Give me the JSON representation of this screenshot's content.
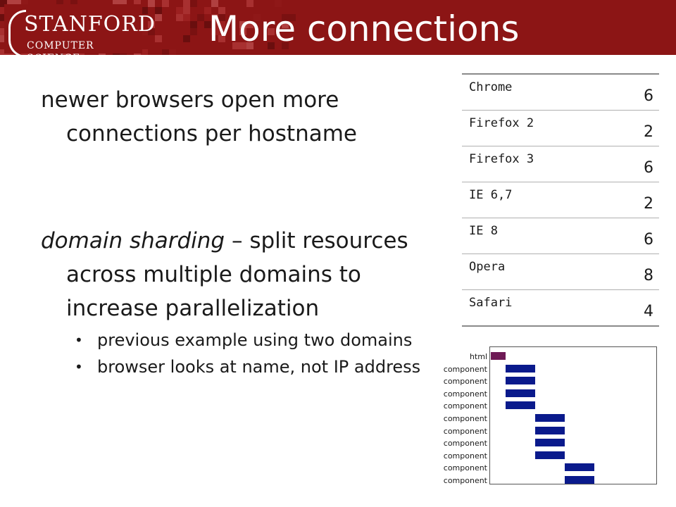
{
  "header": {
    "logo_main": "STANFORD",
    "logo_sub": "COMPUTER SCIENCE",
    "title": "More connections",
    "color": "#8c1515"
  },
  "body": {
    "para1": "newer browsers open more connections per hostname",
    "para2_em": "domain sharding",
    "para2_rest": " – split resources across multiple domains to increase parallelization",
    "bullets": [
      "previous example using two domains",
      "browser looks at name, not IP address"
    ]
  },
  "browsers": [
    {
      "name": "Chrome",
      "connections": "6"
    },
    {
      "name": "Firefox 2",
      "connections": "2"
    },
    {
      "name": "Firefox 3",
      "connections": "6"
    },
    {
      "name": "IE 6,7",
      "connections": "2"
    },
    {
      "name": "IE 8",
      "connections": "6"
    },
    {
      "name": "Opera",
      "connections": "8"
    },
    {
      "name": "Safari",
      "connections": "4"
    }
  ],
  "waterfall": {
    "colors": {
      "html": "#6e1a55",
      "component": "#0a1a8c"
    },
    "rows": [
      {
        "label": "html",
        "kind": "html",
        "start": 0,
        "end": 1
      },
      {
        "label": "component",
        "kind": "component",
        "start": 1,
        "end": 3
      },
      {
        "label": "component",
        "kind": "component",
        "start": 1,
        "end": 3
      },
      {
        "label": "component",
        "kind": "component",
        "start": 1,
        "end": 3
      },
      {
        "label": "component",
        "kind": "component",
        "start": 1,
        "end": 3
      },
      {
        "label": "component",
        "kind": "component",
        "start": 3,
        "end": 5
      },
      {
        "label": "component",
        "kind": "component",
        "start": 3,
        "end": 5
      },
      {
        "label": "component",
        "kind": "component",
        "start": 3,
        "end": 5
      },
      {
        "label": "component",
        "kind": "component",
        "start": 3,
        "end": 5
      },
      {
        "label": "component",
        "kind": "component",
        "start": 5,
        "end": 7
      },
      {
        "label": "component",
        "kind": "component",
        "start": 5,
        "end": 7
      }
    ]
  }
}
